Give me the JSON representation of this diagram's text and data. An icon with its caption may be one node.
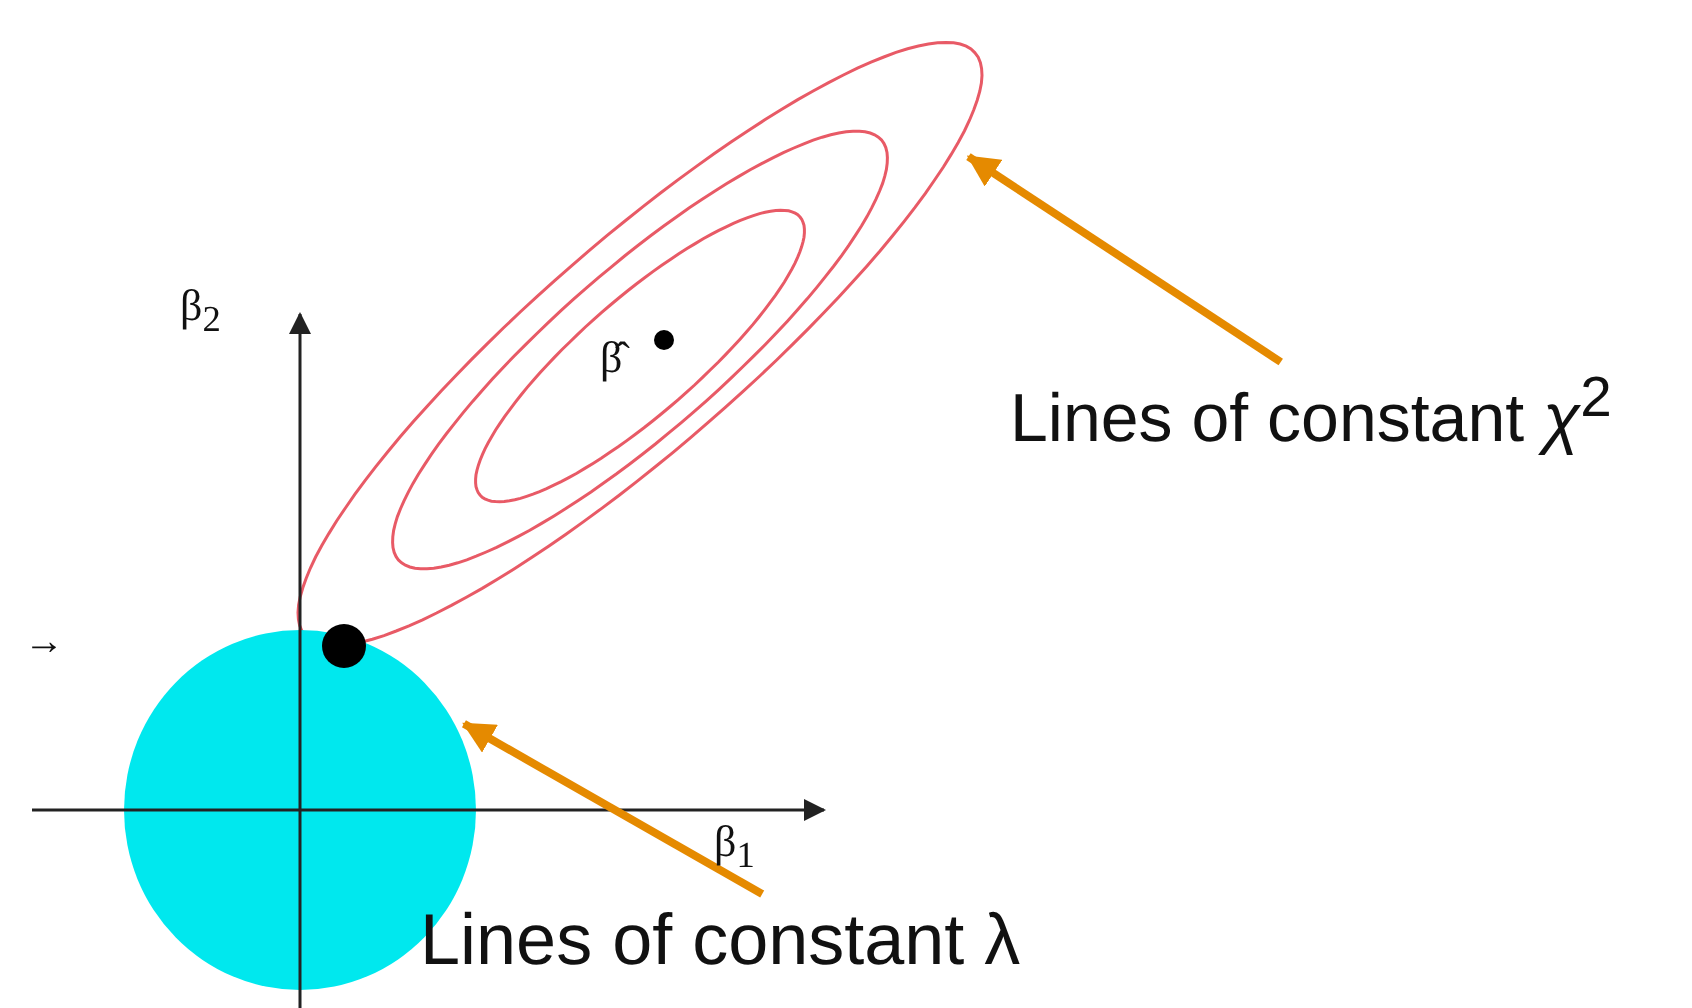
{
  "diagram": {
    "nodes": [
      {
        "text": [
          "Lines of constant *χ*$^{2}$"
        ]
      },
      {
        "text": [],
        "shape": "ellipse"
      },
      {
        "text": [
          "Lines of constant λ"
        ]
      },
      {
        "text": [],
        "shape": "circle"
      }
    ],
    "edges": [
      {
        "from": 0,
        "to": 1,
        "arrow": "to"
      },
      {
        "from": 2,
        "to": 3,
        "arrow": "to"
      }
    ],
    "labels": [
      "β$_{2}$",
      "β̂",
      "→",
      "β$_{1}$"
    ]
  }
}
